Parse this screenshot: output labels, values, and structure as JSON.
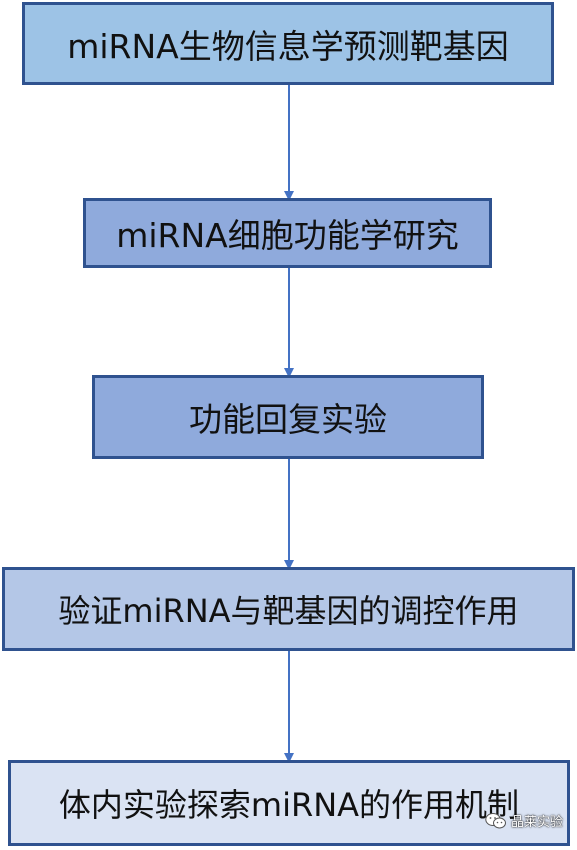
{
  "steps": [
    {
      "label": "miRNA生物信息学预测靶基因",
      "color": "#9dc3e6"
    },
    {
      "label": "miRNA细胞功能学研究",
      "color": "#8faadc"
    },
    {
      "label": "功能回复实验",
      "color": "#8faadc"
    },
    {
      "label": "验证miRNA与靶基因的调控作用",
      "color": "#b4c7e7"
    },
    {
      "label": "体内实验探索miRNA的作用机制",
      "color": "#dae3f3"
    }
  ],
  "arrow_color": "#4472c4",
  "border_color": "#2f528f",
  "watermark": {
    "text": "晶莱实验",
    "icon": "wechat-icon"
  }
}
